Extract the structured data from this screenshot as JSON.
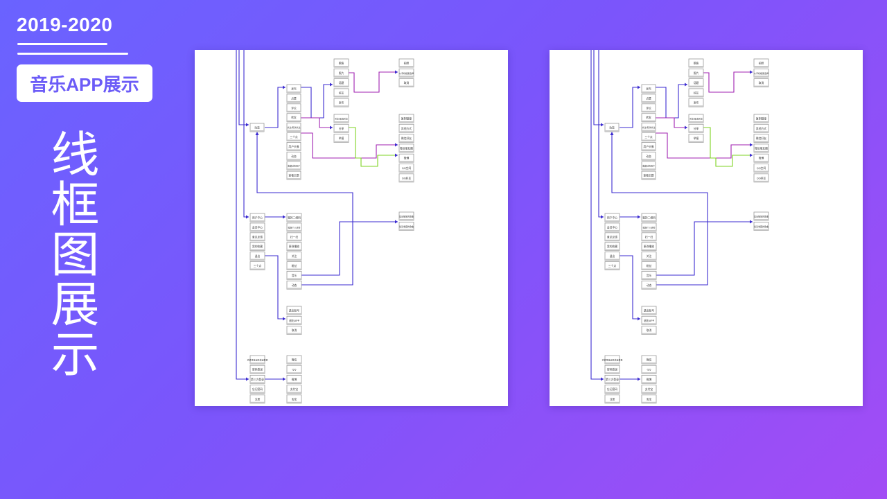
{
  "header": {
    "year_range": "2019-2020",
    "badge": "音乐APP展示",
    "vertical_title": "线框图展示"
  },
  "colors": {
    "connector_dark": "#3b2bd0",
    "connector_purple": "#a020b0",
    "connector_green": "#7ed321"
  },
  "wireframe": {
    "groups": [
      {
        "name": "dynamic",
        "nodes": [
          "动态"
        ]
      },
      {
        "name": "actions",
        "nodes": [
          "发布",
          "点赞",
          "评论",
          "转发",
          "关注/取消关注",
          "三个点",
          "用户头像",
          "动态",
          "收藏过的用户",
          "查看主题"
        ]
      },
      {
        "name": "publish",
        "nodes": [
          "歌曲",
          "照片",
          "话题",
          "好友",
          "发布"
        ]
      },
      {
        "name": "album",
        "nodes": [
          "拍照",
          "从手机相册选择",
          "取消"
        ]
      },
      {
        "name": "follow",
        "nodes": [
          "关注/取消关注",
          "分享",
          "举报"
        ]
      },
      {
        "name": "share",
        "nodes": [
          "复制链接",
          "其他方式",
          "微信好友",
          "微信朋友圈",
          "微博",
          "QQ空间",
          "QQ好友"
        ]
      },
      {
        "name": "user",
        "nodes": [
          "用户中心",
          "会员中心",
          "意见反馈",
          "我的收藏",
          "退出",
          "三个点"
        ]
      },
      {
        "name": "profile",
        "nodes": [
          "我的二维码",
          "编辑个人资料",
          "扫一扫",
          "更改播放",
          "关注",
          "粉丝",
          "音乐",
          "动态"
        ]
      },
      {
        "name": "recent",
        "nodes": [
          "最近播放的歌曲",
          "最近收藏的歌曲"
        ]
      },
      {
        "name": "logout",
        "nodes": [
          "退出账号",
          "退出APP",
          "取消"
        ]
      },
      {
        "name": "login",
        "nodes": [
          "手机号验证码快速登录",
          "密码登录",
          "第三方登录",
          "忘记密码",
          "注册"
        ]
      },
      {
        "name": "thirdparty",
        "nodes": [
          "微信",
          "QQ",
          "微博",
          "支付宝",
          "淘宝"
        ]
      }
    ]
  }
}
